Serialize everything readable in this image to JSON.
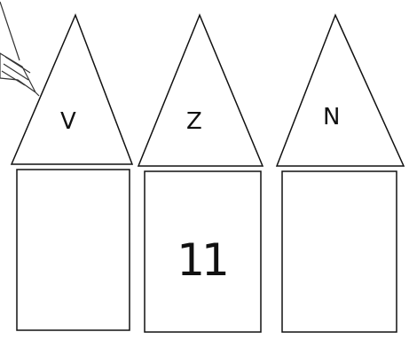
{
  "houses": [
    {
      "roof_label": "V",
      "body_value": ""
    },
    {
      "roof_label": "Z",
      "body_value": "11"
    },
    {
      "roof_label": "N",
      "body_value": ""
    }
  ],
  "pencil": {
    "icon": "pencil-icon",
    "color": "#000000"
  }
}
